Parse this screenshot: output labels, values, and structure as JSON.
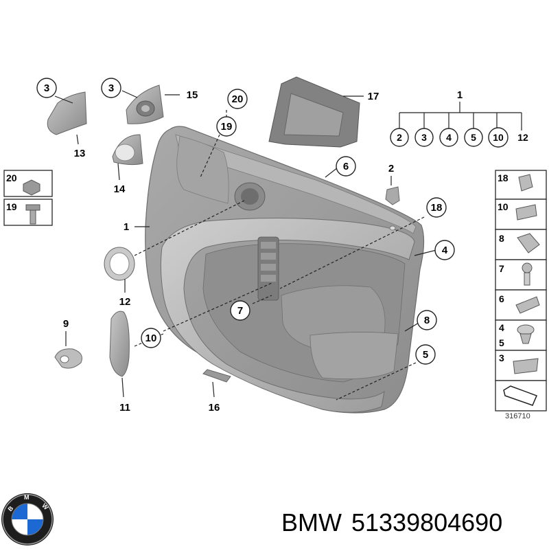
{
  "callouts": {
    "n1a": "1",
    "n1b": "1",
    "n2": "2",
    "n3a": "3",
    "n3b": "3",
    "n4": "4",
    "n5": "5",
    "n6": "6",
    "n7": "7",
    "n8": "8",
    "n9": "9",
    "n10": "10",
    "n11": "11",
    "n12": "12",
    "n13": "13",
    "n14": "14",
    "n15": "15",
    "n16": "16",
    "n17": "17",
    "n18": "18",
    "n19": "19",
    "n20": "20"
  },
  "kit_breakdown": [
    "2",
    "3",
    "4",
    "5",
    "10",
    "12"
  ],
  "left_legend": [
    "20",
    "19"
  ],
  "right_legend": [
    "18",
    "10",
    "8",
    "7",
    "6",
    "4",
    "5",
    "3"
  ],
  "catalog_number": "316710",
  "caption": {
    "brand": "BMW",
    "part_number": "51339804690"
  }
}
